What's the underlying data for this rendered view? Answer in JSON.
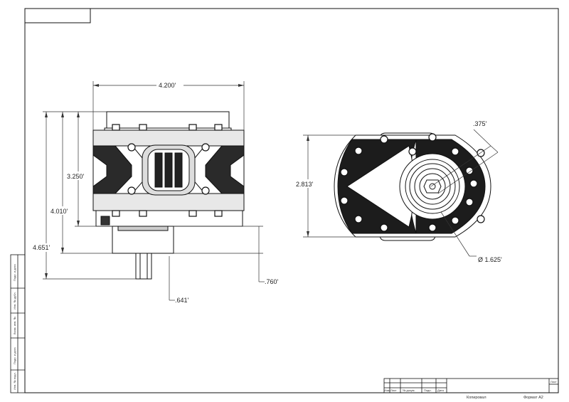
{
  "dimensions": {
    "side_width": "4.200'",
    "side_h1": "3.250'",
    "side_h2": "4.010'",
    "side_h3": "4.651'",
    "side_offset": ".760'",
    "side_shaft": ".641'",
    "front_height": "2.813'",
    "front_small": ".375'",
    "front_diameter": "Ø 1.625'"
  },
  "title_block": {
    "row_labels": [
      "Изм",
      "Лист",
      "№ докум.",
      "Подп.",
      "Дата"
    ],
    "sheet_label": "Лист",
    "copied": "Копировал",
    "format": "Формат A2"
  },
  "left_strip": [
    "Подп. и дата",
    "Инв. № дубл.",
    "Взам. инв. №",
    "Подп. и дата",
    "Инв. № подл."
  ]
}
